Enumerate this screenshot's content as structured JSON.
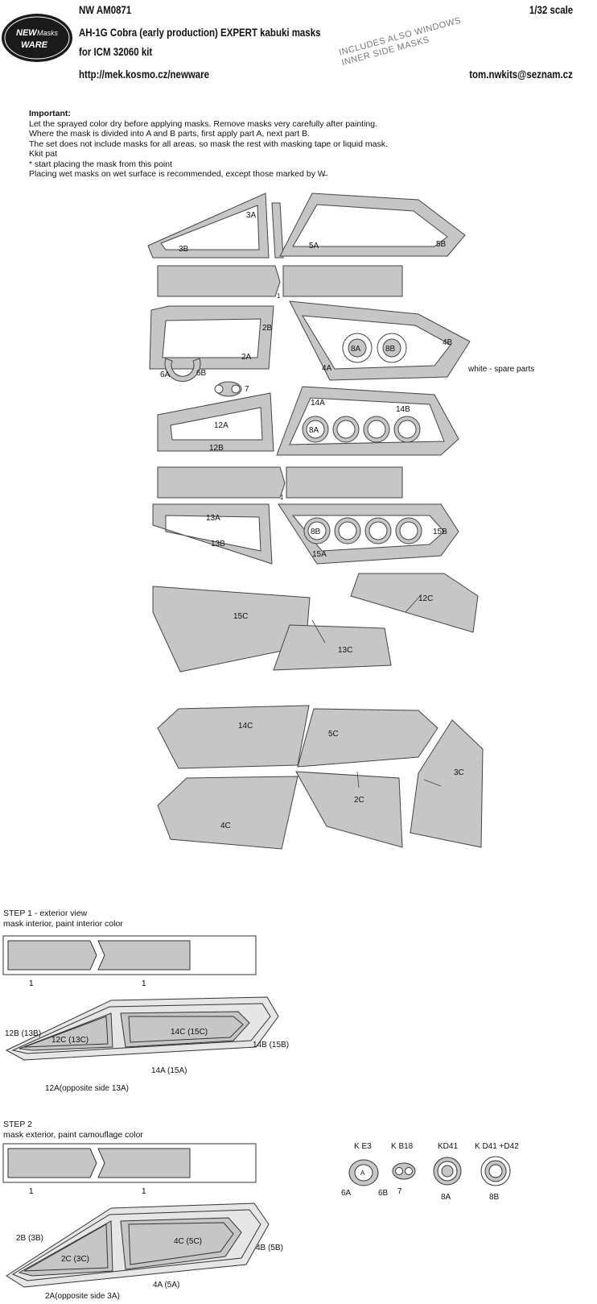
{
  "header": {
    "code": "NW AM0871",
    "scale": "1/32 scale",
    "title": "AH-1G Cobra (early production) EXPERT kabuki masks",
    "kit": "for ICM 32060 kit",
    "url": "http://mek.kosmo.cz/newware",
    "email": "tom.nwkits@seznam.cz",
    "stamp_line1": "INCLUDES ALSO WINDOWS",
    "stamp_line2": "INNER SIDE MASKS",
    "logo": {
      "line1": "NEW",
      "line2": "Masks",
      "line3": "WARE"
    }
  },
  "instructions": {
    "heading": "Important:",
    "lines": [
      "Let the sprayed color dry before applying masks. Remove masks very carefully after painting.",
      "Where the mask is divided into A and B parts, first apply part A, next part B.",
      "The set does not include masks for all areas, so mask the rest with masking tape or liquid mask.",
      "Kkit pat",
      "* start placing the mask from this point",
      "Placing wet masks on wet surface is recommended, except those marked by"
    ]
  },
  "mask_labels": {
    "m3A": "3A",
    "m3B": "3B",
    "m5A": "5A",
    "m5B": "5B",
    "m2B": "2B",
    "m2A": "2A",
    "m4B": "4B",
    "m4A": "4A",
    "m6A": "6A",
    "m6B": "6B",
    "m7": "7",
    "m8A": "8A",
    "m8B": "8B",
    "m8A2": "8A",
    "m8B2": "8B",
    "m12A": "12A",
    "m12B": "12B",
    "m14A": "14A",
    "m14B": "14B",
    "m13A": "13A",
    "m13B": "13B",
    "m15A": "15A",
    "m15B": "15B",
    "m15C": "15C",
    "m13C": "13C",
    "m12C": "12C",
    "m14C": "14C",
    "m5C": "5C",
    "m3C": "3C",
    "m4C": "4C",
    "m2C": "2C",
    "one_a": "1",
    "one_b": "1",
    "spare": "white - spare parts"
  },
  "step1": {
    "title": "STEP 1 - exterior view",
    "subtitle": "mask interior, paint interior color",
    "one_left": "1",
    "one_right": "1",
    "l12B": "12B (13B)",
    "l12C": "12C (13C)",
    "l14C": "14C (15C)",
    "l14B": "14B (15B)",
    "l14A": "14A (15A)",
    "l12A": "12A(opposite side 13A)"
  },
  "step2": {
    "title": "STEP 2",
    "subtitle": "mask exterior, paint camouflage color",
    "one_left": "1",
    "one_right": "1",
    "l2B": "2B (3B)",
    "l2C": "2C (3C)",
    "l4C": "4C (5C)",
    "l4B": "4B (5B)",
    "l4A": "4A (5A)",
    "l2A": "2A(opposite side 3A)"
  },
  "parts": {
    "ke3": {
      "name": "K E3",
      "labels": "6A",
      "labels2": "6B",
      "center": "A"
    },
    "kb18": {
      "name": "K B18",
      "label": "7"
    },
    "kd41": {
      "name": "KD41",
      "label": "8A"
    },
    "kd42": {
      "name": "K D41 +D42",
      "label": "8B"
    }
  }
}
